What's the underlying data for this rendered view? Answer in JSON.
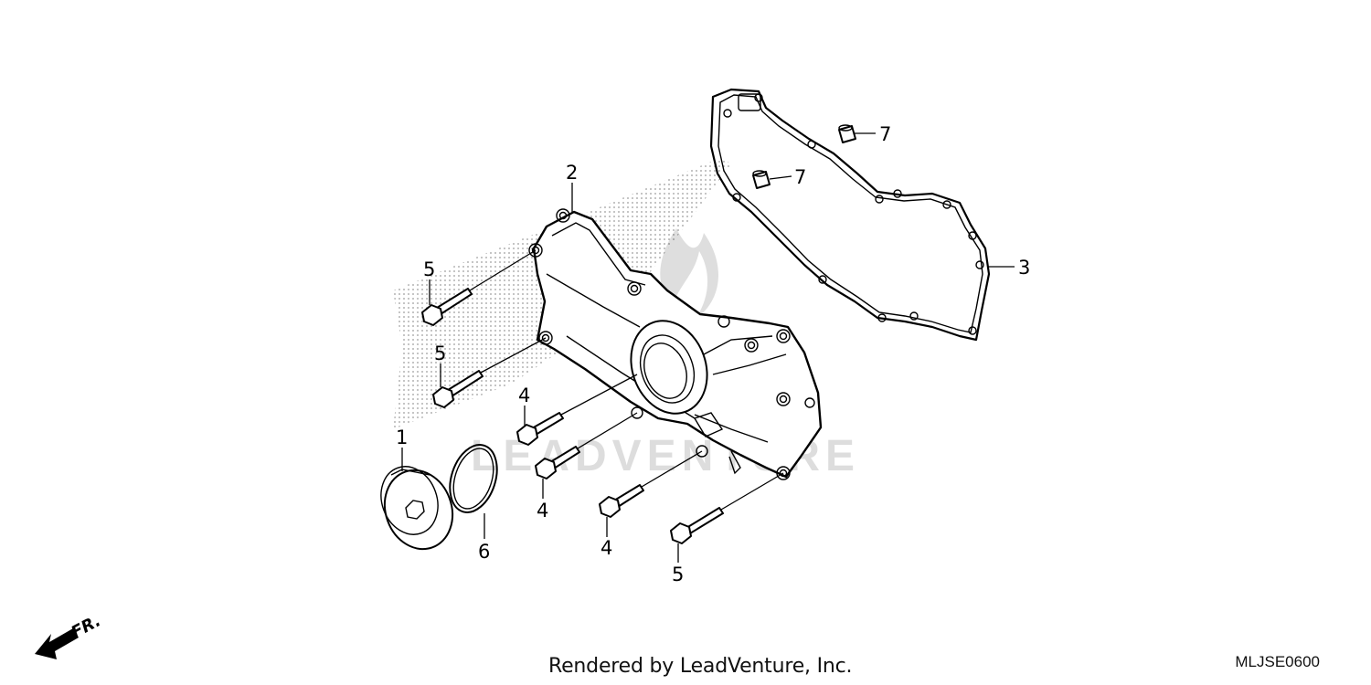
{
  "diagram": {
    "callouts": {
      "c1": "1",
      "c2": "2",
      "c3": "3",
      "c4a": "4",
      "c4b": "4",
      "c4c": "4",
      "c5a": "5",
      "c5b": "5",
      "c5c": "5",
      "c6": "6",
      "c7a": "7",
      "c7b": "7"
    },
    "front_arrow_label": "FR.",
    "watermark": "LEADVENTURE"
  },
  "footer": {
    "rendered_by": "Rendered by LeadVenture, Inc.",
    "diagram_code": "MLJSE0600"
  }
}
